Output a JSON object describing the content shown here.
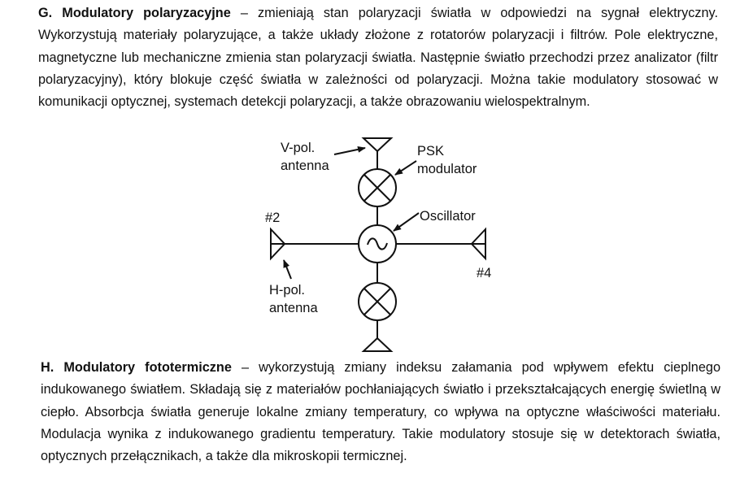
{
  "section_g": {
    "heading": "G. Modulatory polaryzacyjne",
    "body": " – zmieniają stan polaryzacji światła w odpowiedzi na sygnał elektryczny. Wykorzystują materiały polaryzujące, a także układy złożone z rotatorów polaryzacji i filtrów. Pole elektryczne, magnetyczne lub mechaniczne zmienia stan polaryzacji światła. Następnie światło przechodzi przez analizator (filtr polaryzacyjny), który blokuje część światła w zależności od polaryzacji. Można takie modulatory stosować w komunikacji optycznej, systemach detekcji polaryzacji, a także obrazowaniu wielospektralnym."
  },
  "diagram": {
    "label_vpol_1": "V-pol.",
    "label_vpol_2": "antenna",
    "label_psk_1": "PSK",
    "label_psk_2": "modulator",
    "label_osc": "Oscillator",
    "label_port2": "#2",
    "label_port4": "#4",
    "label_hpol_1": "H-pol.",
    "label_hpol_2": "antenna"
  },
  "section_h": {
    "heading": "H. Modulatory fototermiczne",
    "body": " – wykorzystują zmiany indeksu załamania pod wpływem efektu cieplnego indukowanego światłem. Składają się z materiałów pochłaniających światło i przekształcających energię świetlną w ciepło. Absorbcja światła generuje lokalne zmiany temperatury, co wpływa na optyczne właściwości materiału. Modulacja wynika z indukowanego gradientu temperatury. Takie modulatory stosuje się w detektorach światła, optycznych przełącznikach, a także dla mikroskopii termicznej."
  }
}
